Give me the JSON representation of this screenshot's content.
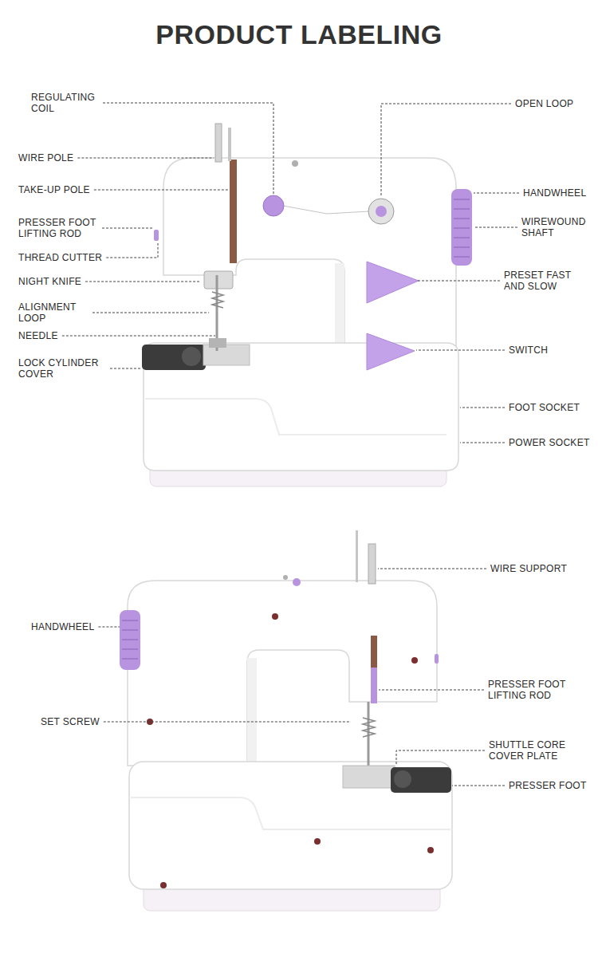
{
  "diagram": {
    "title": "PRODUCT LABELING",
    "labels": [
      "REGULATING COIL",
      "WIRE POLE",
      "TAKE-UP POLE",
      "PRESSER FOOT LIFTING ROD",
      "THREAD CUTTER",
      "NIGHT KNIFE",
      "ALIGNMENT LOOP",
      "NEEDLE",
      "LOCK CYLINDER COVER",
      "OPEN LOOP",
      "HANDWHEEL",
      "WIREWOUND SHAFT",
      "PRESET FAST AND SLOW",
      "SWITCH",
      "FOOT SOCKET",
      "POWER SOCKET",
      "WIRE SUPPORT",
      "HANDWHEEL",
      "SET SCREW",
      "PRESSER FOOT LIFTING ROD",
      "SHUTTLE CORE COVER PLATE",
      "PRESSER FOOT"
    ]
  }
}
